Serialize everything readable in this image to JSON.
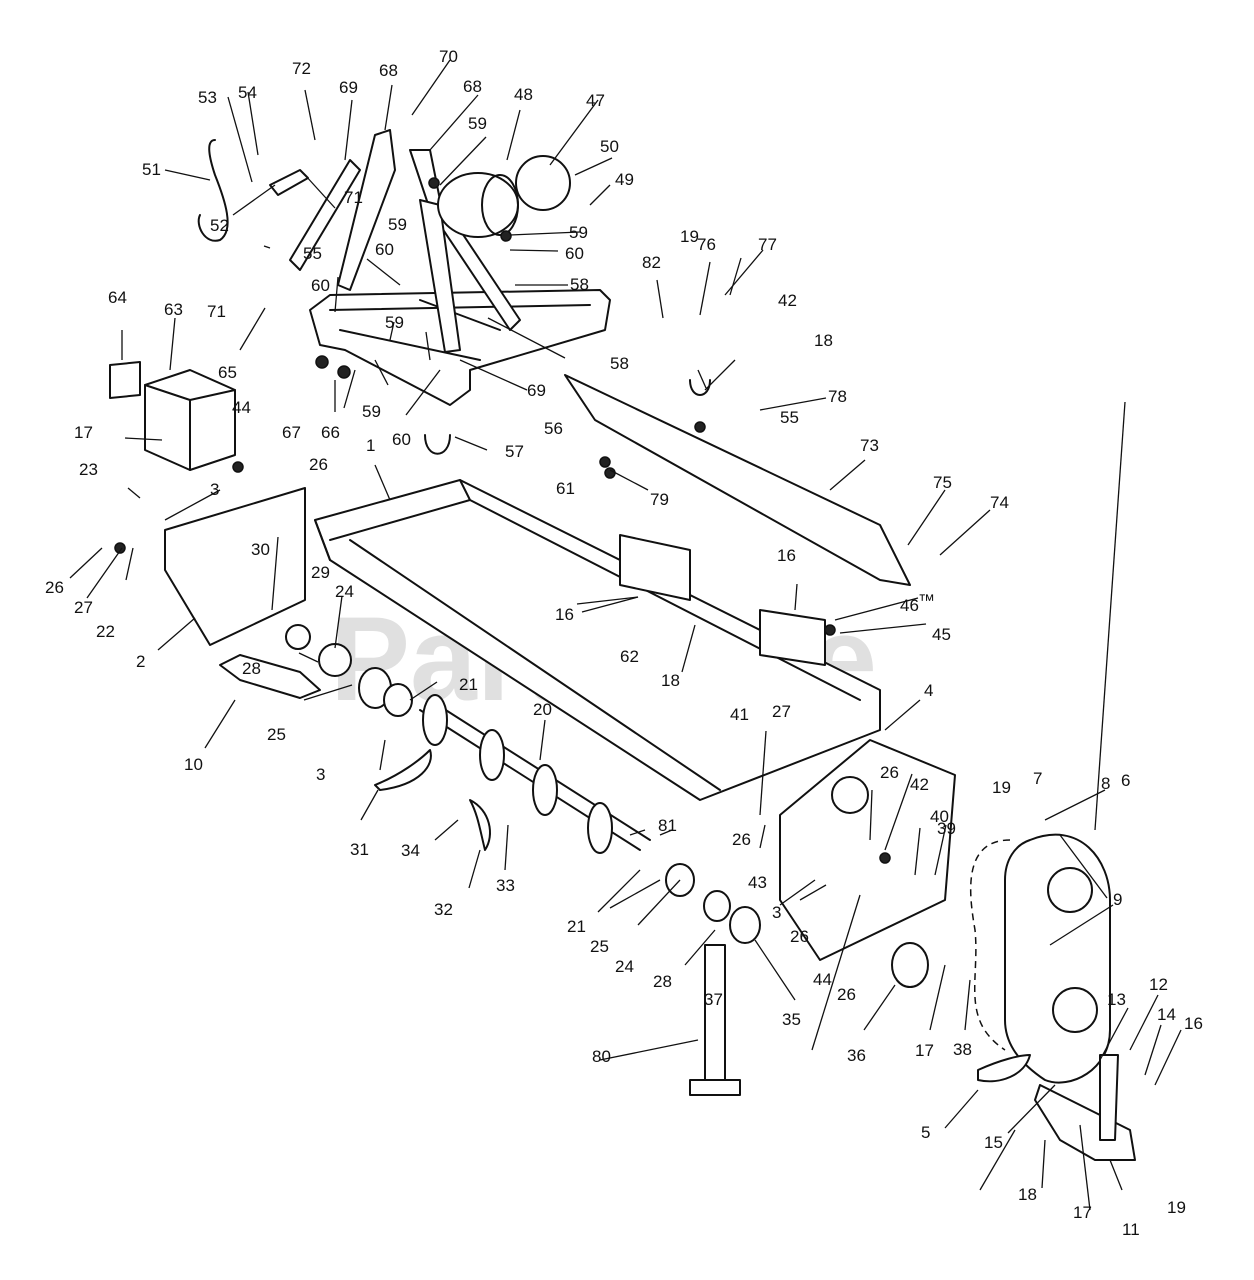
{
  "watermark": {
    "text": "PartsTree",
    "tm": "™"
  },
  "callouts": [
    "1",
    "2",
    "3",
    "4",
    "5",
    "6",
    "7",
    "8",
    "9",
    "10",
    "11",
    "12",
    "13",
    "14",
    "15",
    "16",
    "17",
    "18",
    "19",
    "20",
    "21",
    "22",
    "23",
    "24",
    "25",
    "26",
    "27",
    "28",
    "29",
    "30",
    "31",
    "32",
    "33",
    "34",
    "35",
    "36",
    "37",
    "38",
    "39",
    "40",
    "41",
    "42",
    "43",
    "44",
    "45",
    "46",
    "47",
    "48",
    "49",
    "50",
    "51",
    "52",
    "53",
    "54",
    "55",
    "56",
    "57",
    "58",
    "59",
    "60",
    "61",
    "62",
    "63",
    "64",
    "65",
    "66",
    "67",
    "68",
    "69",
    "70",
    "71",
    "72",
    "73",
    "74",
    "75",
    "76",
    "77",
    "78",
    "79",
    "80",
    "81",
    "82"
  ]
}
